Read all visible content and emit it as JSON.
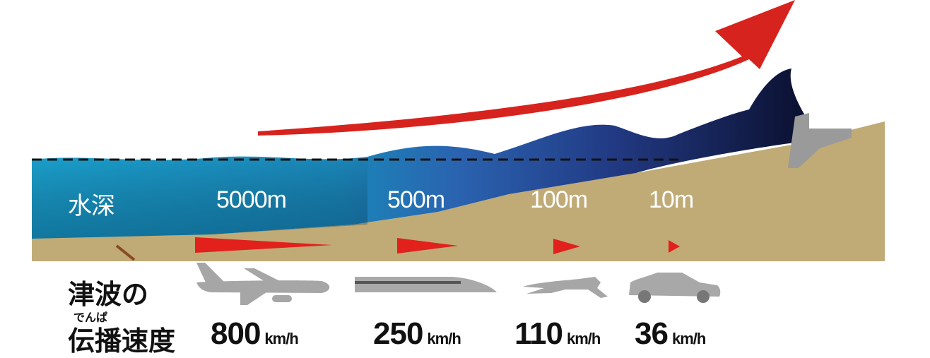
{
  "depth_labels": [
    "水深",
    "5000m",
    "500m",
    "100m",
    "10m"
  ],
  "speed_title_line1": "津波の",
  "speed_title_ruby": "でんぱ",
  "speed_title_line2": "伝播速度",
  "speeds": [
    {
      "value": "800",
      "unit": "km/h",
      "vehicle": "airplane"
    },
    {
      "value": "250",
      "unit": "km/h",
      "vehicle": "bullet-train"
    },
    {
      "value": "110",
      "unit": "km/h",
      "vehicle": "cheetah"
    },
    {
      "value": "36",
      "unit": "km/h",
      "vehicle": "car"
    }
  ],
  "colors": {
    "sand": "#c0ab76",
    "shallow_water": "#1fa3cf",
    "deep_blue": "#2b5fae",
    "navy": "#0b1030",
    "arrow_red": "#d7231e"
  }
}
